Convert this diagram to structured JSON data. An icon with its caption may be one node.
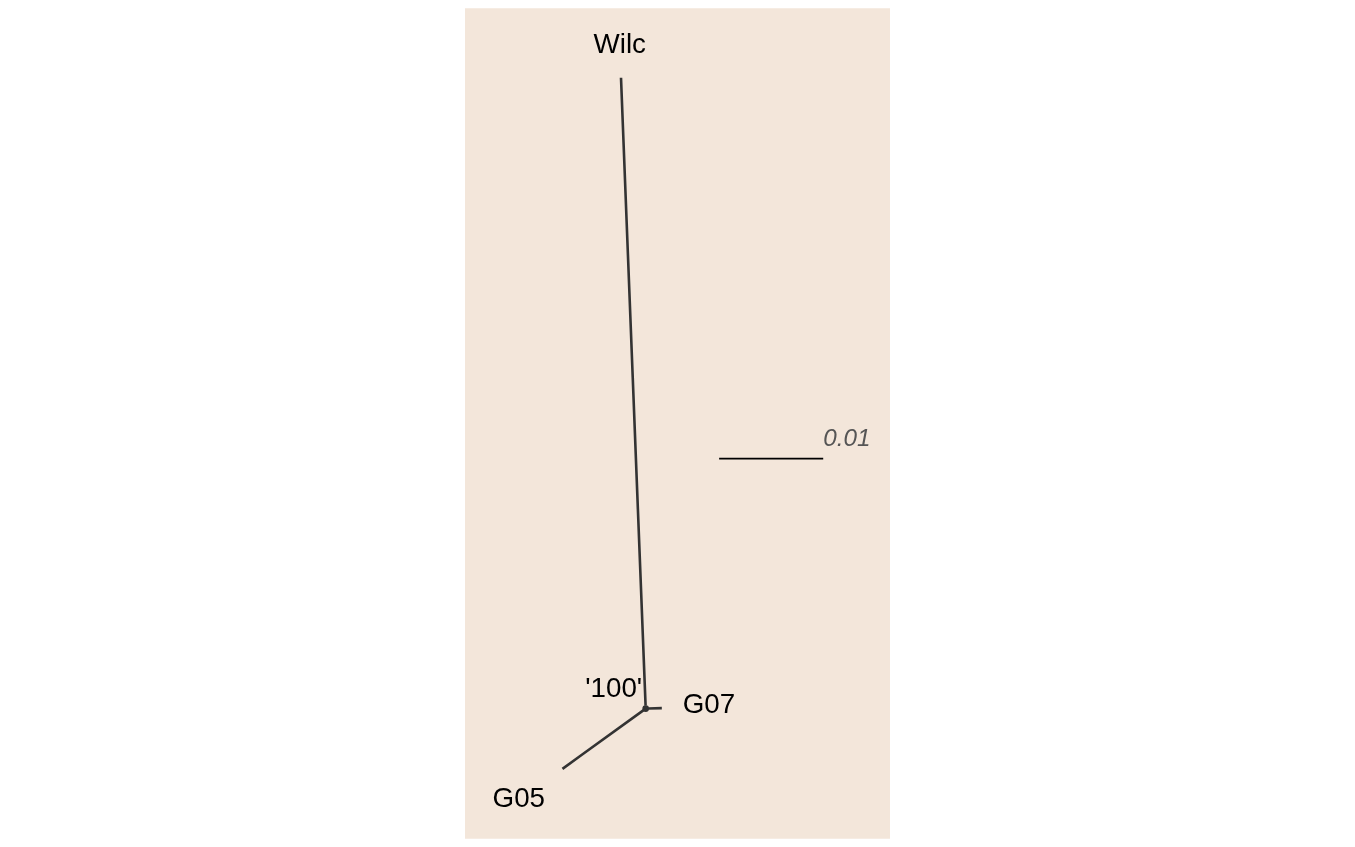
{
  "diagram": {
    "nodes": [
      {
        "text": [
          "G05"
        ]
      },
      {
        "text": [
          "G07"
        ]
      },
      {
        "text": [],
        "shape": "point",
        "beside": [
          "'100'"
        ]
      },
      {
        "text": [
          "Wilc"
        ]
      }
    ],
    "edges": [
      {
        "from": 0,
        "to": 2,
        "arrow": "none"
      },
      {
        "from": 2,
        "to": 1,
        "arrow": "none"
      },
      {
        "from": 2,
        "to": 3,
        "arrow": "none"
      }
    ],
    "labels": [
      "0.01"
    ]
  }
}
